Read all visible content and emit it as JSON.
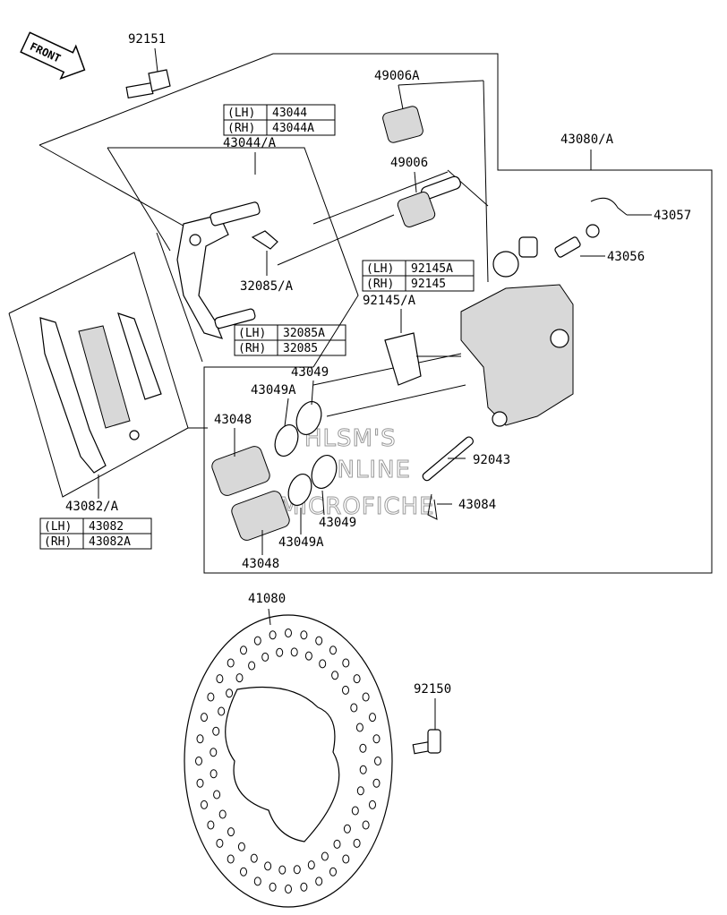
{
  "front_arrow": "FRONT",
  "watermark": [
    "HLSM'S",
    "ONLINE",
    "MICROFICHE"
  ],
  "labels": {
    "p92151": "92151",
    "p49006A": "49006A",
    "p43044A": "43044/A",
    "p49006": "49006",
    "p43080A": "43080/A",
    "p43057": "43057",
    "p43056": "43056",
    "p32085A": "32085/A",
    "p92145A": "92145/A",
    "p43049_top": "43049",
    "p43049A_top": "43049A",
    "p43048_top": "43048",
    "p92043": "92043",
    "p43084": "43084",
    "p43049_bot": "43049",
    "p43049A_bot": "43049A",
    "p43048_bot": "43048",
    "p43082A": "43082/A",
    "p41080": "41080",
    "p92150": "92150"
  },
  "tables": {
    "t43044": [
      [
        "(LH)",
        "43044"
      ],
      [
        "(RH)",
        "43044A"
      ]
    ],
    "t92145": [
      [
        "(LH)",
        "92145A"
      ],
      [
        "(RH)",
        "92145"
      ]
    ],
    "t32085": [
      [
        "(LH)",
        "32085A"
      ],
      [
        "(RH)",
        "32085"
      ]
    ],
    "t43082": [
      [
        "(LH)",
        "43082"
      ],
      [
        "(RH)",
        "43082A"
      ]
    ]
  }
}
